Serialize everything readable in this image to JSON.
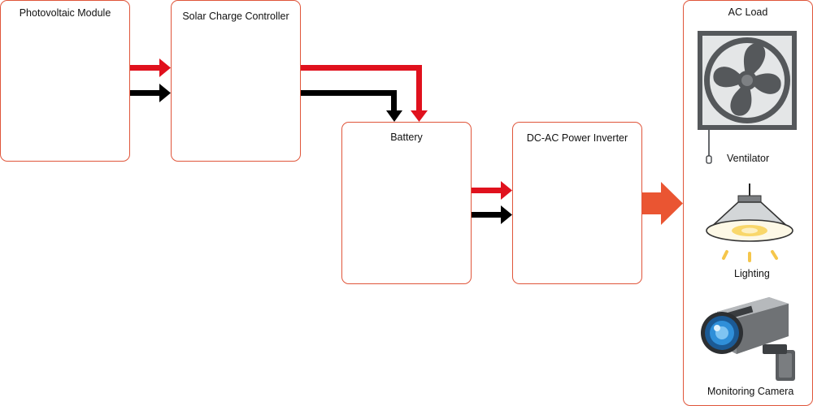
{
  "diagram": {
    "blocks": {
      "pv_module": "Photovoltaic Module",
      "charge_controller": "Solar Charge Controller",
      "battery": "Battery",
      "inverter": "DC-AC Power Inverter",
      "ac_load": "AC Load"
    },
    "ac_load_items": {
      "ventilator": "Ventilator",
      "lighting": "Lighting",
      "camera": "Monitoring Camera"
    },
    "colors": {
      "block_border": "#e0553a",
      "positive_wire": "#e0111d",
      "negative_wire": "#000000",
      "ac_arrow": "#ea5532"
    },
    "icons": [
      "ventilator-fan-icon",
      "ceiling-lamp-icon",
      "security-camera-icon"
    ]
  }
}
